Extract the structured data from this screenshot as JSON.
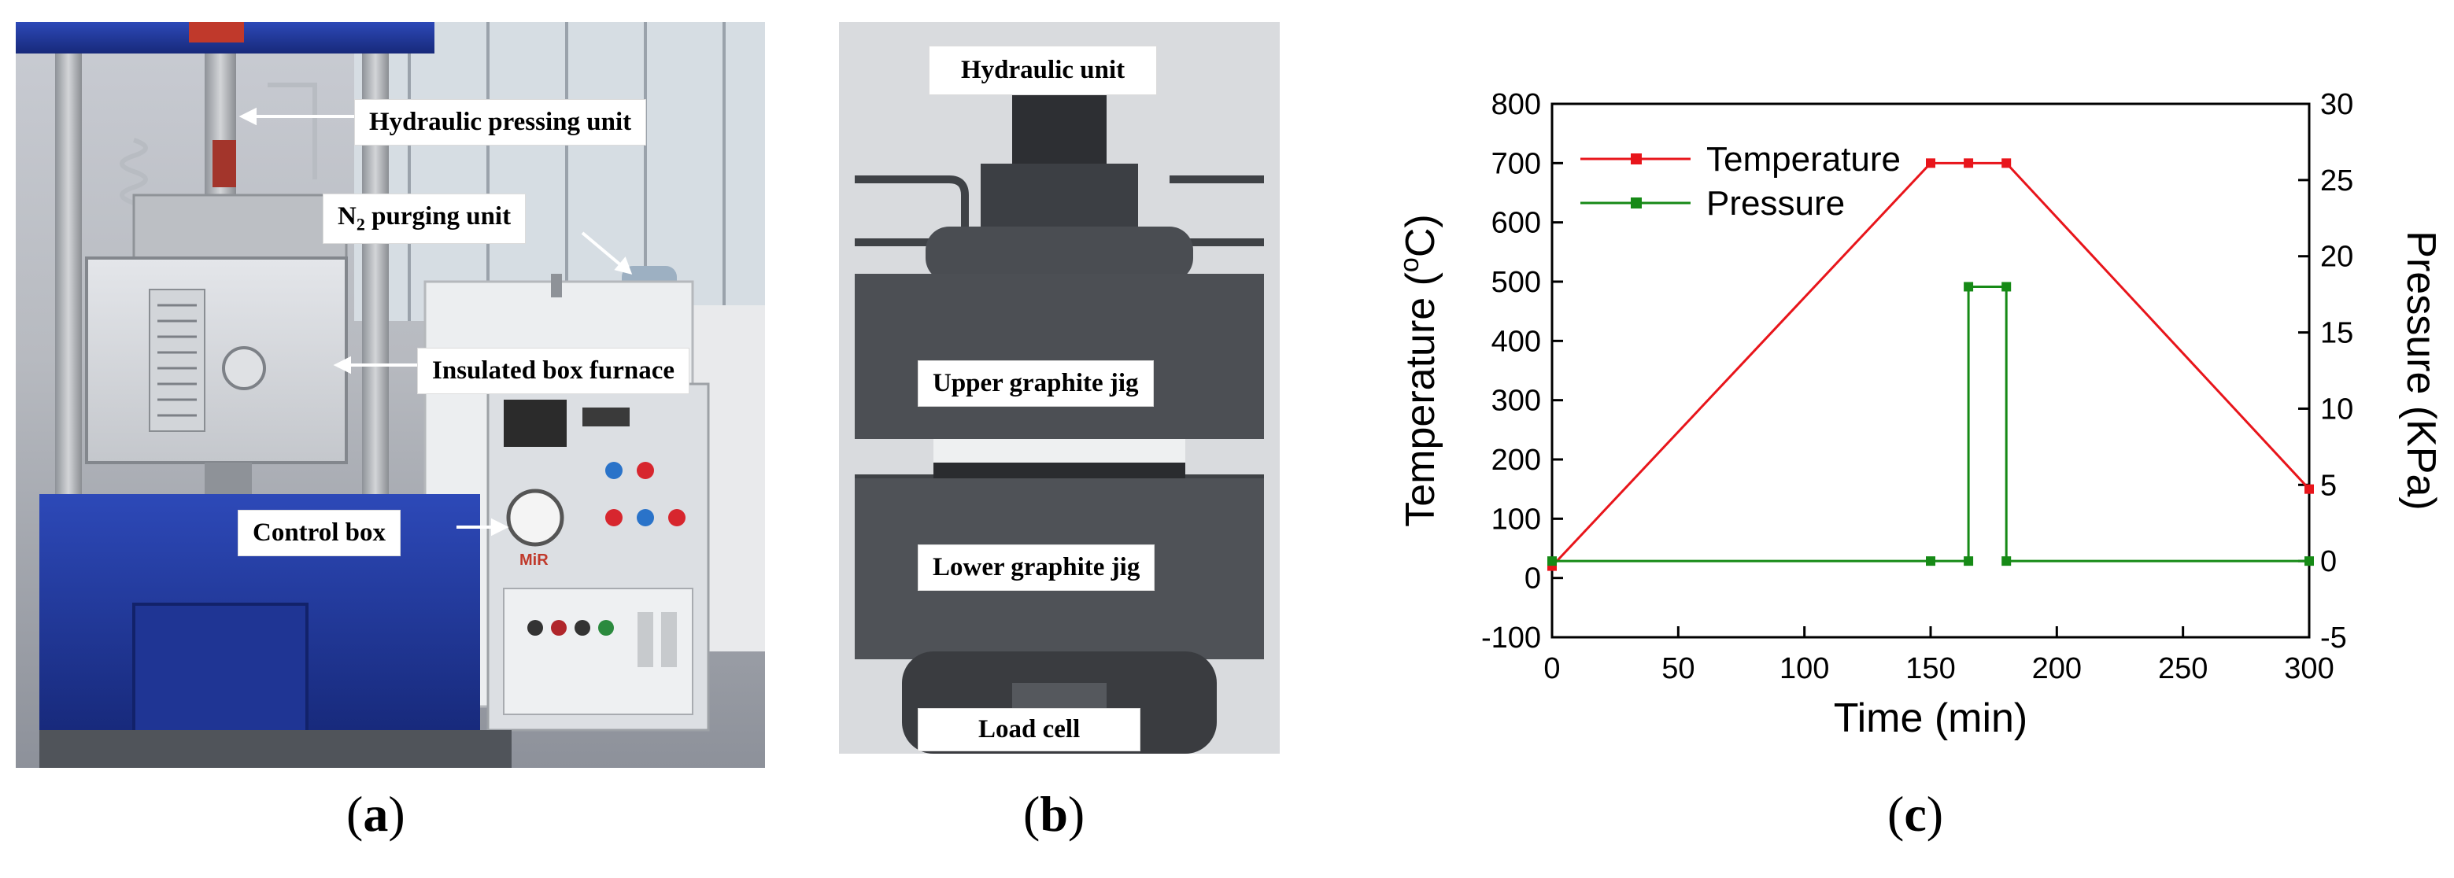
{
  "panel_a": {
    "callouts": {
      "hydraulic": "Hydraulic pressing unit",
      "n2_prefix": "N",
      "n2_sub": "2",
      "n2_suffix": " purging unit",
      "furnace": "Insulated box furnace",
      "control": "Control box"
    },
    "device_brand": "MiR",
    "caption_open": "(",
    "caption_letter": "a",
    "caption_close": ")"
  },
  "panel_b": {
    "callouts": {
      "hydraulic_unit": "Hydraulic unit",
      "upper_jig": "Upper graphite jig",
      "lower_jig": "Lower graphite jig",
      "load_cell": "Load cell"
    },
    "caption_open": "(",
    "caption_letter": "b",
    "caption_close": ")"
  },
  "panel_c": {
    "caption_open": "(",
    "caption_letter": "c",
    "caption_close": ")"
  },
  "chart_data": {
    "type": "line",
    "title": "",
    "xlabel": "Time (min)",
    "ylabel": "Temperature (°C)",
    "ylabel_text": "Temperature (",
    "ylabel_deg": "o",
    "ylabel_unit": "C)",
    "y2label": "Pressure (KPa)",
    "xlim": [
      0,
      300
    ],
    "ylim": [
      -100,
      800
    ],
    "y2lim": [
      -5,
      30
    ],
    "x_ticks": [
      "0",
      "50",
      "100",
      "150",
      "200",
      "250",
      "300"
    ],
    "y_ticks": [
      "-100",
      "0",
      "100",
      "200",
      "300",
      "400",
      "500",
      "600",
      "700",
      "800"
    ],
    "y2_ticks": [
      "-5",
      "0",
      "5",
      "10",
      "15",
      "20",
      "25",
      "30"
    ],
    "grid": false,
    "legend_position": "top-left",
    "series": [
      {
        "name": "Temperature",
        "axis": "left",
        "color": "#e8151b",
        "x": [
          0,
          150,
          165,
          180,
          300
        ],
        "y": [
          20,
          700,
          700,
          700,
          150
        ]
      },
      {
        "name": "Pressure",
        "axis": "right",
        "color": "#168a16",
        "x": [
          0,
          150,
          165,
          165,
          180,
          180,
          300
        ],
        "y": [
          0,
          0,
          0,
          18,
          18,
          0,
          0
        ]
      }
    ]
  }
}
